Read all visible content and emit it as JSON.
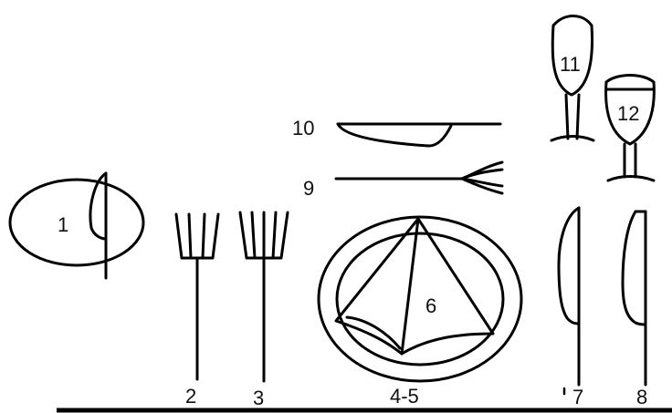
{
  "labels": {
    "bread_plate": "1",
    "salad_fork": "2",
    "dinner_fork": "3",
    "plates": "4-5",
    "napkin": "6",
    "dinner_knife": "7",
    "salad_knife": "8",
    "dessert_fork": "9",
    "dessert_knife": "10",
    "wine_glass_large": "11",
    "wine_glass_small": "12"
  },
  "colors": {
    "ink": "#000000",
    "background": "#ffffff"
  }
}
